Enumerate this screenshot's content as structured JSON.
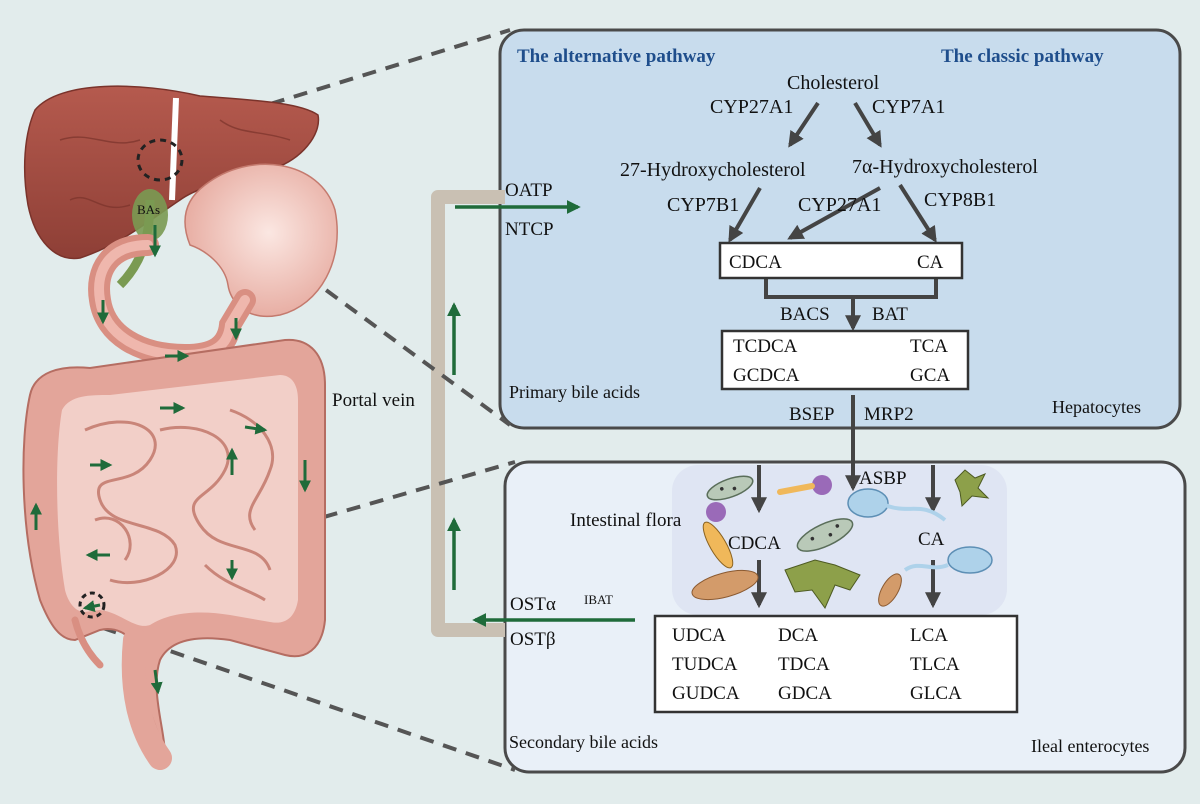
{
  "colors": {
    "background": "#e2ecec",
    "hepatocytes_panel": "#c8dced",
    "ileal_panel": "#e9f0f8",
    "panel_border": "#4a4a4a",
    "arrow_dark": "#444444",
    "arrow_green": "#1f6b3a",
    "portal_vein": "#c9c0b3",
    "liver": "#a04a3f",
    "intestine": "#e3a59a",
    "heading_blue": "#1f4e8c"
  },
  "liver_figure": {
    "bas_label": "BAs"
  },
  "portal_vein": {
    "label": "Portal vein"
  },
  "transporters": {
    "oatp": "OATP",
    "ntcp": "NTCP",
    "ost_alpha": "OSTα",
    "ost_beta": "OSTβ",
    "ibat": "IBAT",
    "asbp": "ASBP"
  },
  "hepatocytes": {
    "alternative_heading": "The alternative pathway",
    "classic_heading": "The classic pathway",
    "cholesterol": "Cholesterol",
    "enzyme_cyp27a1_top": "CYP27A1",
    "enzyme_cyp7a1": "CYP7A1",
    "hydroxy27": "27-Hydroxycholesterol",
    "hydroxy7a": "7α-Hydroxycholesterol",
    "enzyme_cyp7b1": "CYP7B1",
    "enzyme_cyp27a1_mid": "CYP27A1",
    "enzyme_cyp8b1": "CYP8B1",
    "cdca": "CDCA",
    "ca": "CA",
    "enzyme_bacs": "BACS",
    "enzyme_bat": "BAT",
    "tcdca": "TCDCA",
    "tca": "TCA",
    "gcdca": "GCDCA",
    "gca": "GCA",
    "primary_label": "Primary bile acids",
    "panel_label": "Hepatocytes",
    "export_bsep": "BSEP",
    "export_mrp2": "MRP2"
  },
  "ileal": {
    "flora_label": "Intestinal flora",
    "cdca": "CDCA",
    "ca": "CA",
    "secondary": [
      [
        "UDCA",
        "DCA",
        "LCA"
      ],
      [
        "TUDCA",
        "TDCA",
        "TLCA"
      ],
      [
        "GUDCA",
        "GDCA",
        "GLCA"
      ]
    ],
    "secondary_label": "Secondary  bile acids",
    "panel_label": "Ileal enterocytes"
  }
}
